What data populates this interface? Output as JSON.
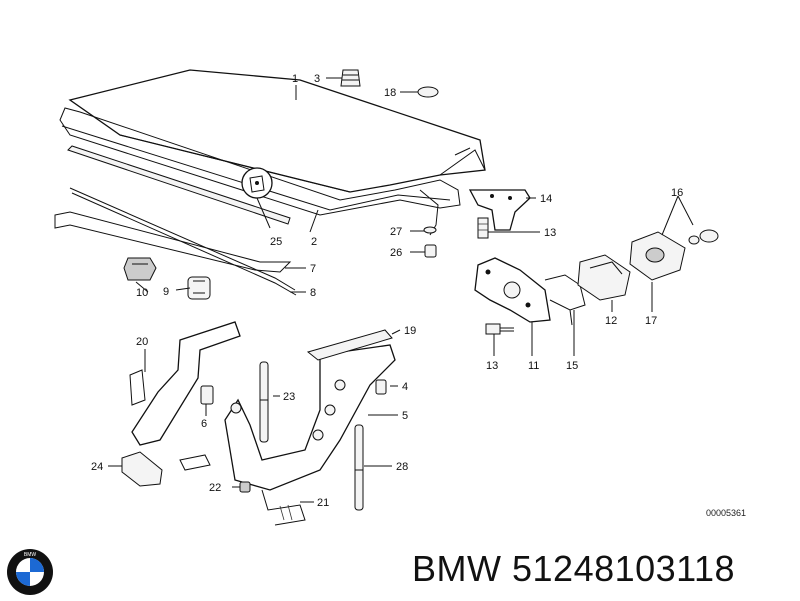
{
  "callouts": [
    "1",
    "2",
    "3",
    "4",
    "5",
    "6",
    "7",
    "8",
    "9",
    "10",
    "11",
    "12",
    "13",
    "13",
    "14",
    "15",
    "16",
    "17",
    "18",
    "19",
    "20",
    "21",
    "22",
    "23",
    "24",
    "25",
    "26",
    "27",
    "28"
  ],
  "reference_code": "00005361",
  "footer": {
    "brand": "BMW",
    "part_number": "51248103118"
  },
  "logo": {
    "text": "BMW",
    "colors": {
      "blue": "#1c69d4",
      "black": "#111111",
      "white": "#ffffff"
    }
  }
}
